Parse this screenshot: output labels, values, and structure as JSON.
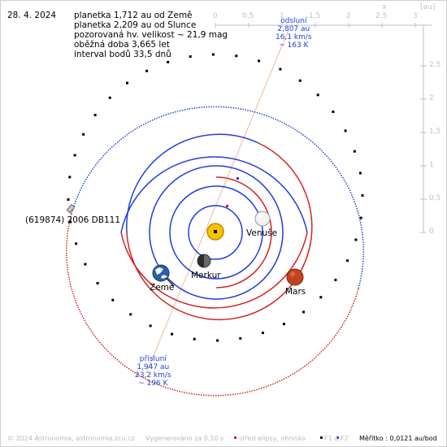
{
  "header": {
    "date": "28. 4. 2024",
    "info": [
      "planetka 1,712 au od Země",
      "planetka 2,209 au od Slunce",
      "pozorovaná hv. velikost ~ 21,9 mag",
      "oběžná doba 3,665 let",
      "interval bodů 33,5 dnů"
    ]
  },
  "axes": {
    "x_ticks": [
      "0",
      "0,5",
      "1",
      "1,5",
      "2",
      "2,5",
      "3"
    ],
    "y_ticks": [
      "0",
      "0,5",
      "1",
      "1,5",
      "2",
      "2,5"
    ],
    "x_label": "x",
    "unit": "[au]"
  },
  "aphelion": {
    "label": "odsluní",
    "dist": "2,807 au",
    "speed": "16,1 km/s",
    "temp": "~ 163 K"
  },
  "perihelion": {
    "label": "přísluní",
    "dist": "1,947 au",
    "speed": "23,2 km/s",
    "temp": "~ 196 K"
  },
  "bodies": {
    "asteroid": "(619874) 2006 DB111",
    "venus": "Venuše",
    "mercury": "Merkur",
    "earth": "Země",
    "mars": "Mars"
  },
  "footer": {
    "copyright": "© 2024 Astronomia, astronomia.zcu.cz",
    "generated": "Vygenerováno za 0,10 s",
    "legend_center": "střed elipsy, ohnisko",
    "legend_f1": "F1 a",
    "legend_f2": "F2",
    "scale": "Měřítko : 0,0121 au/bod"
  },
  "colors": {
    "orbit_blue": "#1f3fd9",
    "orbit_red": "#d42020",
    "asteroid_orbit_blue": "#2244cc",
    "apsis_line": "#f0b89a",
    "sun": "#f5c400",
    "mars": "#c2441e"
  }
}
